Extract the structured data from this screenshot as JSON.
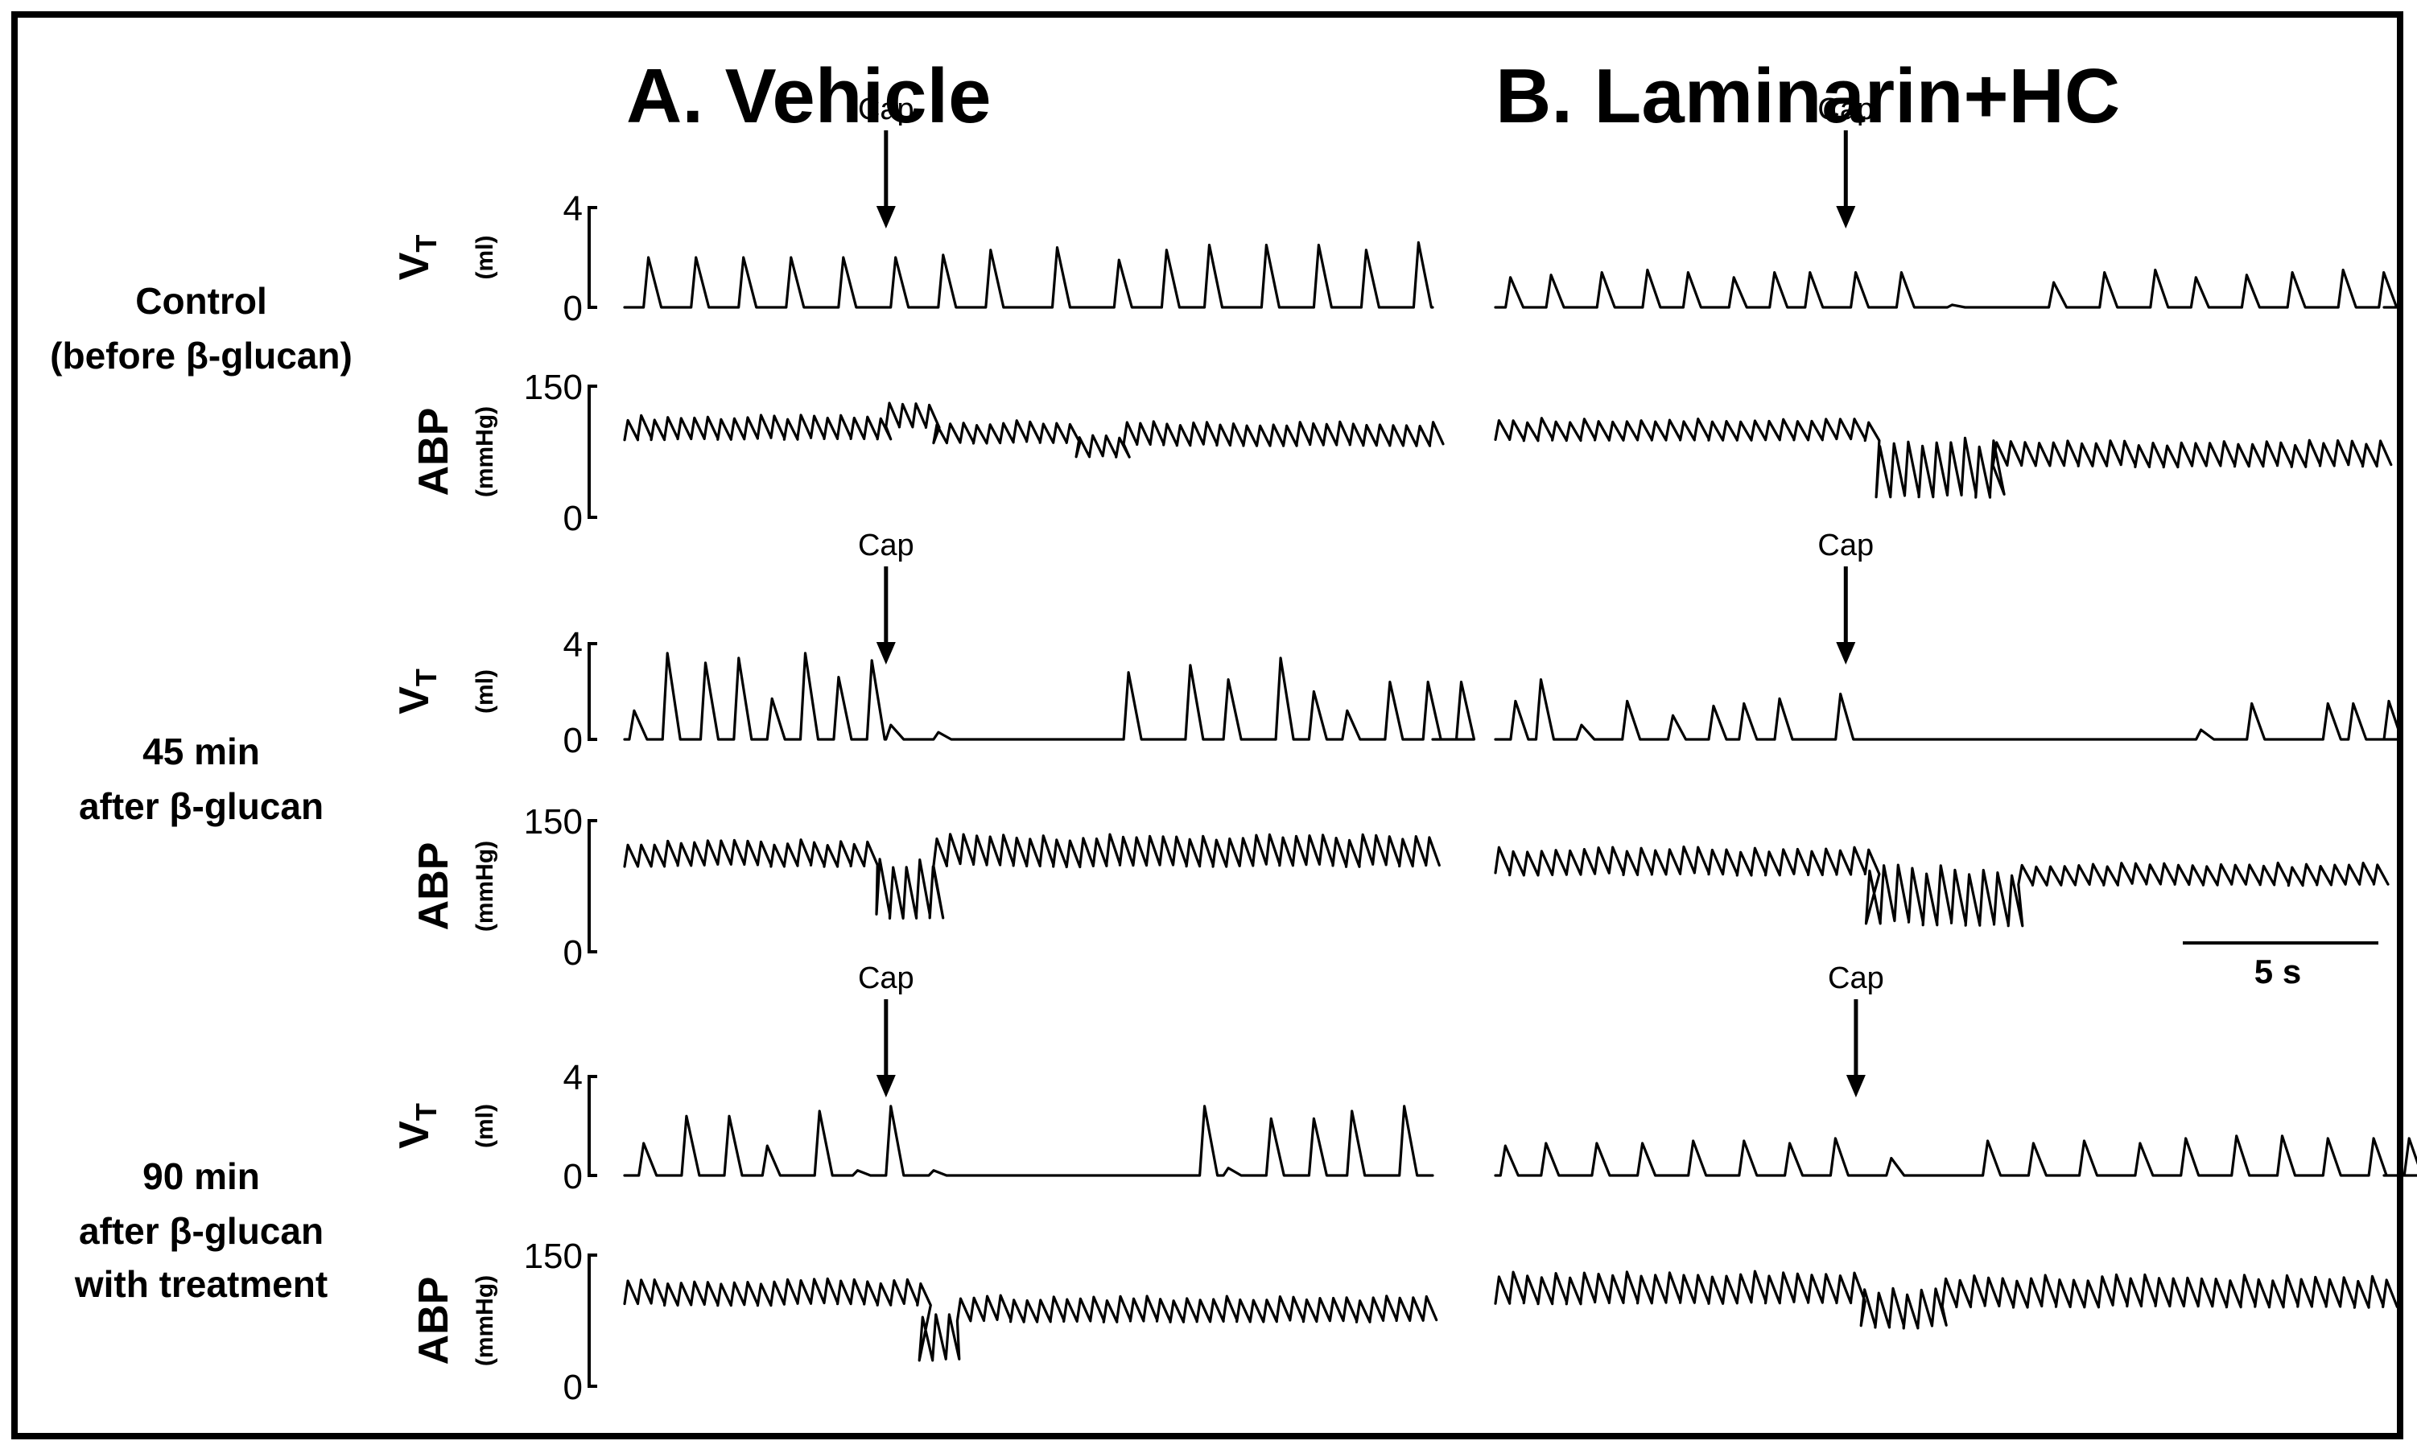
{
  "columns": [
    {
      "id": "A",
      "title": "A. Vehicle"
    },
    {
      "id": "B",
      "title": "B. Laminarin+HC"
    }
  ],
  "rows": [
    {
      "id": "control",
      "label_lines": [
        "Control",
        "(before β-glucan)"
      ]
    },
    {
      "id": "45min",
      "label_lines": [
        "45 min",
        "after β-glucan"
      ]
    },
    {
      "id": "90min",
      "label_lines": [
        "90 min",
        "after β-glucan",
        "with treatment"
      ]
    }
  ],
  "channels": {
    "vt": {
      "label": "V",
      "subscript": "T",
      "unit": "(ml)",
      "ticks": [
        "4",
        "0"
      ],
      "range": [
        0,
        4
      ]
    },
    "abp": {
      "label": "ABP",
      "unit": "(mmHg)",
      "ticks": [
        "150",
        "0"
      ],
      "range": [
        0,
        150
      ]
    }
  },
  "marker_label": "Cap",
  "scale_bar": {
    "label": "5 s",
    "duration_s": 5
  },
  "chart_data": {
    "type": "line",
    "title": "",
    "x_duration_s": 17,
    "marker": "Cap",
    "panels": [
      {
        "column": "A",
        "row": "control",
        "vt": {
          "cap_time_s": 5.5,
          "breaths": [
            [
              0.4,
              2.0
            ],
            [
              1.4,
              2.0
            ],
            [
              2.4,
              2.0
            ],
            [
              3.4,
              2.0
            ],
            [
              4.5,
              2.0
            ],
            [
              5.6,
              2.0
            ],
            [
              6.6,
              2.1
            ],
            [
              7.6,
              2.3
            ],
            [
              9.0,
              2.4
            ],
            [
              10.3,
              1.9
            ],
            [
              11.3,
              2.3
            ],
            [
              12.2,
              2.5
            ],
            [
              13.4,
              2.5
            ],
            [
              14.5,
              2.5
            ],
            [
              15.5,
              2.3
            ],
            [
              16.6,
              2.6
            ]
          ]
        },
        "abp": {
          "segments": [
            {
              "t0": 0,
              "t1": 5.5,
              "mean": 102,
              "pulse": 24
            },
            {
              "t0": 5.5,
              "t1": 6.5,
              "mean": 116,
              "pulse": 26
            },
            {
              "t0": 6.5,
              "t1": 9.5,
              "mean": 97,
              "pulse": 22
            },
            {
              "t0": 9.5,
              "t1": 10.5,
              "mean": 80,
              "pulse": 22
            },
            {
              "t0": 10.5,
              "t1": 17,
              "mean": 95,
              "pulse": 24
            }
          ]
        }
      },
      {
        "column": "B",
        "row": "control",
        "vt": {
          "cap_time_s": 6.9,
          "breaths": [
            [
              0.2,
              1.2
            ],
            [
              1.0,
              1.3
            ],
            [
              2.0,
              1.4
            ],
            [
              2.9,
              1.5
            ],
            [
              3.7,
              1.4
            ],
            [
              4.6,
              1.2
            ],
            [
              5.4,
              1.4
            ],
            [
              6.1,
              1.4
            ],
            [
              7.0,
              1.4
            ],
            [
              7.9,
              1.4
            ],
            [
              8.9,
              0.1
            ],
            [
              10.9,
              1.0
            ],
            [
              11.9,
              1.4
            ],
            [
              12.9,
              1.5
            ],
            [
              13.7,
              1.2
            ],
            [
              14.7,
              1.3
            ],
            [
              15.6,
              1.4
            ],
            [
              16.6,
              1.5
            ],
            [
              17.4,
              1.4
            ]
          ]
        },
        "abp": {
          "segments": [
            {
              "t0": 0,
              "t1": 7.5,
              "mean": 100,
              "pulse": 22
            },
            {
              "t0": 7.5,
              "t1": 9.8,
              "mean": 55,
              "pulse": 60
            },
            {
              "t0": 9.8,
              "t1": 17.5,
              "mean": 72,
              "pulse": 26
            }
          ]
        }
      },
      {
        "column": "A",
        "row": "45min",
        "vt": {
          "cap_time_s": 5.5,
          "breaths": [
            [
              0.1,
              1.2
            ],
            [
              0.8,
              3.6
            ],
            [
              1.6,
              3.2
            ],
            [
              2.3,
              3.4
            ],
            [
              3.0,
              1.7
            ],
            [
              3.7,
              3.6
            ],
            [
              4.4,
              2.6
            ],
            [
              5.1,
              3.3
            ],
            [
              5.5,
              0.6
            ],
            [
              6.5,
              0.3
            ],
            [
              6.8,
              0.3
            ],
            [
              10.5,
              2.8
            ],
            [
              11.8,
              3.1
            ],
            [
              12.6,
              2.5
            ],
            [
              13.7,
              3.4
            ],
            [
              14.4,
              2.0
            ],
            [
              15.1,
              1.2
            ],
            [
              16.0,
              2.4
            ],
            [
              16.8,
              2.4
            ],
            [
              17.5,
              2.4
            ]
          ]
        },
        "abp": {
          "segments": [
            {
              "t0": 0,
              "t1": 5.3,
              "mean": 112,
              "pulse": 26
            },
            {
              "t0": 5.3,
              "t1": 6.5,
              "mean": 70,
              "pulse": 60
            },
            {
              "t0": 6.5,
              "t1": 17,
              "mean": 115,
              "pulse": 32
            }
          ]
        }
      },
      {
        "column": "B",
        "row": "45min",
        "vt": {
          "cap_time_s": 6.9,
          "breaths": [
            [
              0.3,
              1.6
            ],
            [
              0.8,
              2.5
            ],
            [
              1.6,
              0.6
            ],
            [
              2.5,
              1.6
            ],
            [
              3.4,
              1.0
            ],
            [
              4.2,
              1.4
            ],
            [
              4.8,
              1.5
            ],
            [
              5.5,
              1.7
            ],
            [
              6.7,
              1.9
            ],
            [
              13.8,
              0.4
            ],
            [
              14.8,
              1.5
            ],
            [
              16.3,
              1.5
            ],
            [
              16.8,
              1.5
            ],
            [
              17.5,
              1.6
            ]
          ]
        },
        "abp": {
          "segments": [
            {
              "t0": 0,
              "t1": 7.3,
              "mean": 103,
              "pulse": 28
            },
            {
              "t0": 7.3,
              "t1": 10.3,
              "mean": 62,
              "pulse": 60
            },
            {
              "t0": 10.3,
              "t1": 17.5,
              "mean": 88,
              "pulse": 22
            }
          ]
        }
      },
      {
        "column": "A",
        "row": "90min",
        "vt": {
          "cap_time_s": 5.5,
          "breaths": [
            [
              0.3,
              1.3
            ],
            [
              1.2,
              2.4
            ],
            [
              2.1,
              2.4
            ],
            [
              2.9,
              1.2
            ],
            [
              4.0,
              2.6
            ],
            [
              4.8,
              0.2
            ],
            [
              5.5,
              2.8
            ],
            [
              6.4,
              0.2
            ],
            [
              12.1,
              2.8
            ],
            [
              12.6,
              0.3
            ],
            [
              13.5,
              2.3
            ],
            [
              14.4,
              2.3
            ],
            [
              15.2,
              2.6
            ],
            [
              16.3,
              2.8
            ]
          ]
        },
        "abp": {
          "segments": [
            {
              "t0": 0,
              "t1": 6.2,
              "mean": 107,
              "pulse": 26
            },
            {
              "t0": 6.2,
              "t1": 7.0,
              "mean": 55,
              "pulse": 50
            },
            {
              "t0": 7.0,
              "t1": 17,
              "mean": 88,
              "pulse": 26
            }
          ]
        }
      },
      {
        "column": "B",
        "row": "90min",
        "vt": {
          "cap_time_s": 7.1,
          "breaths": [
            [
              0.1,
              1.2
            ],
            [
              0.9,
              1.3
            ],
            [
              1.9,
              1.3
            ],
            [
              2.8,
              1.3
            ],
            [
              3.8,
              1.4
            ],
            [
              4.8,
              1.4
            ],
            [
              5.7,
              1.3
            ],
            [
              6.6,
              1.5
            ],
            [
              7.7,
              0.7
            ],
            [
              9.6,
              1.4
            ],
            [
              10.5,
              1.3
            ],
            [
              11.5,
              1.4
            ],
            [
              12.6,
              1.3
            ],
            [
              13.5,
              1.5
            ],
            [
              14.5,
              1.6
            ],
            [
              15.4,
              1.6
            ],
            [
              16.3,
              1.5
            ],
            [
              17.2,
              1.5
            ],
            [
              17.9,
              1.5
            ]
          ]
        },
        "abp": {
          "segments": [
            {
              "t0": 0,
              "t1": 7.2,
              "mean": 112,
              "pulse": 32
            },
            {
              "t0": 7.2,
              "t1": 8.8,
              "mean": 88,
              "pulse": 40
            },
            {
              "t0": 8.8,
              "t1": 17.5,
              "mean": 108,
              "pulse": 32
            }
          ]
        }
      }
    ]
  }
}
